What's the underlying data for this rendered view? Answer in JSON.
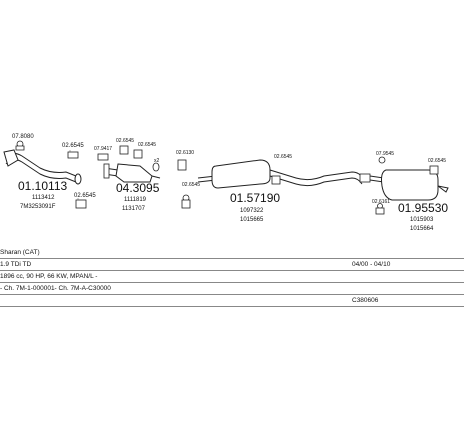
{
  "parts": {
    "p1": {
      "main": "01.10113",
      "sub1": "1113412",
      "sub2": "7M3253091F"
    },
    "p1_clamp_a": "07.8080",
    "p1_clamp_b": "02.6545",
    "p1_clamp_c": "02.6545",
    "p2": {
      "main": "04.3095",
      "sub1": "1111819",
      "sub2": "1131707"
    },
    "p2_clamp_a": "07.9417",
    "p2_clamp_b": "02.6545",
    "p2_clamp_c": "02.6545",
    "p2_clamp_d": "x2",
    "p2_clamp_e": "02.6130",
    "p2_clamp_f": "02.6545",
    "p3": {
      "main": "01.57190",
      "sub1": "1097322",
      "sub2": "1015665"
    },
    "p3_clamp_a": "02.6545",
    "p4": {
      "main": "01.95530",
      "sub1": "1015903",
      "sub2": "1015664"
    },
    "p4_clamp_a": "07.9545",
    "p4_clamp_b": "02.6545",
    "p4_clamp_c": "02.6161"
  },
  "info": {
    "model": "Sharan (CAT)",
    "engine": "1.9 TDi TD",
    "years": "04/00 - 04/10",
    "specs": "1896 cc, 90 HP, 66 KW, MPAN/L -",
    "chassis": "- Ch. 7M-1-000001- Ch. 7M-A-C30000",
    "code": "C380606"
  }
}
